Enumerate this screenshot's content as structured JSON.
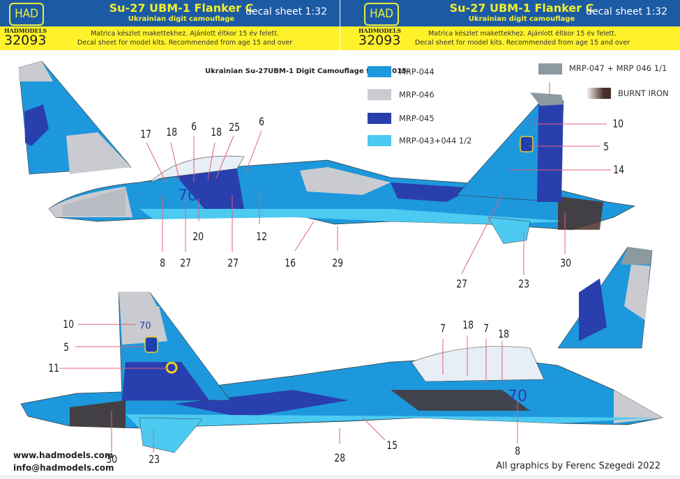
{
  "header": {
    "logo_text": "HAD",
    "title": "Su-27 UBM-1 Flanker C",
    "subtitle": "Ukrainian digit camouflage",
    "scale": "decal sheet 1:32",
    "brand": "HADMODELS",
    "product_code": "32093",
    "notice_hu": "Matrica készlet makettekhez. Ajánlott éltkor 15 év felett.",
    "notice_en": "Decal sheet for model kits. Recommended from age 15 and over"
  },
  "legend": {
    "title": "Ukrainian Su-27UBM-1 Digit Camouflage from 2015-",
    "items": [
      {
        "label": "MRP-044",
        "color": "#1e98dc"
      },
      {
        "label": "MRP-046",
        "color": "#c9cbd0"
      },
      {
        "label": "MRP-045",
        "color": "#2a3fae"
      },
      {
        "label": "MRP-043+044 1/2",
        "color": "#4ccaf2"
      },
      {
        "label": "MRP-047 + MRP 046 1/1",
        "color": "#8c9aa0"
      },
      {
        "label": "BURNT IRON",
        "color": "#4a302a"
      }
    ]
  },
  "aircraft": {
    "side_number": "70",
    "top_callouts": [
      "17",
      "18",
      "6",
      "18",
      "25",
      "6",
      "8",
      "27",
      "20",
      "27",
      "12",
      "16",
      "29",
      "10",
      "5",
      "14",
      "27",
      "23",
      "30"
    ],
    "bottom_callouts": [
      "10",
      "5",
      "11",
      "7",
      "18",
      "7",
      "18",
      "30",
      "23",
      "28",
      "15",
      "8"
    ]
  },
  "footer": {
    "website": "www.hadmodels.com",
    "email": "info@hadmodels.com",
    "credit": "All graphics by Ferenc Szegedi 2022"
  },
  "colors": {
    "banner_blue": "#1d5aa4",
    "banner_yellow": "#fff22a",
    "title_yellow": "#f2ef2d",
    "leader_red": "#e0607a"
  }
}
